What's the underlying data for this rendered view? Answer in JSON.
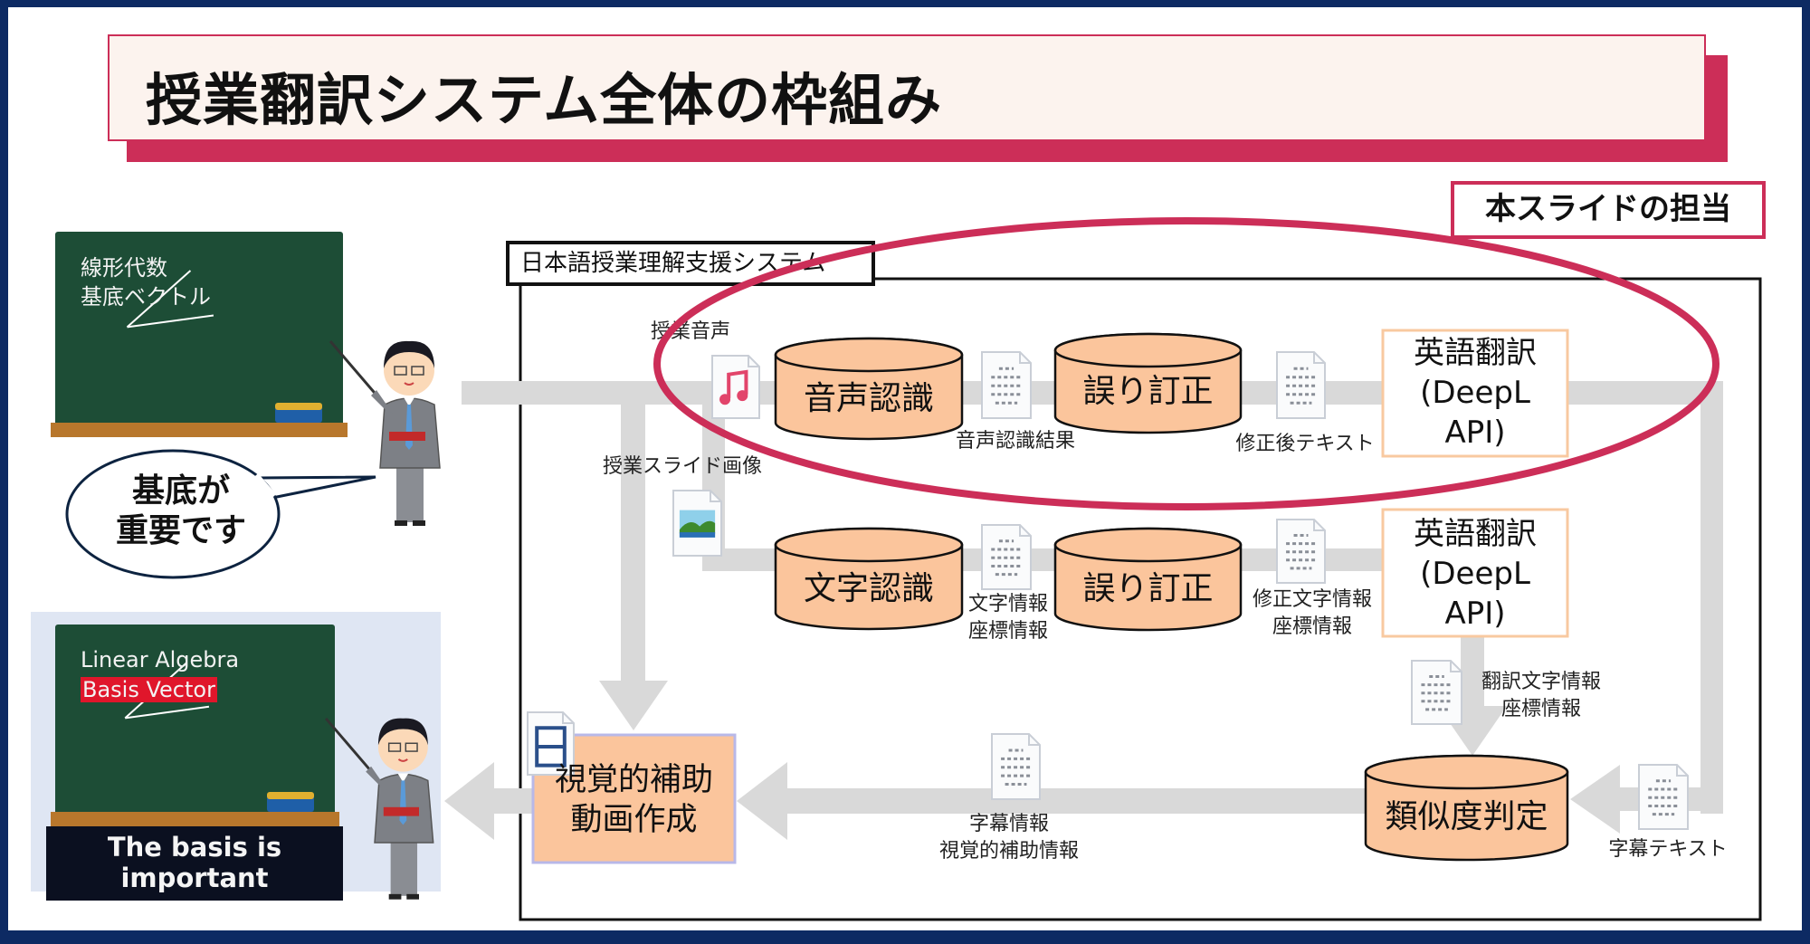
{
  "title": "授業翻訳システム全体の枠組み",
  "scope_badge": "本スライドの担当",
  "left": {
    "board1_lines": [
      "線形代数",
      "基底ベクトル"
    ],
    "bubble_lines": [
      "基底が",
      "重要です"
    ],
    "board2_lines": [
      "Linear Algebra",
      "Basis Vector"
    ],
    "caption_lines": [
      "The basis is",
      "important"
    ]
  },
  "system": {
    "label": "日本語授業理解支援システム",
    "nodes": {
      "speech_recognition": "音声認識",
      "error_correction_1": "誤り訂正",
      "translation_1": [
        "英語翻訳",
        "(DeepL",
        "API)"
      ],
      "text_recognition": "文字認識",
      "error_correction_2": "誤り訂正",
      "translation_2": [
        "英語翻訳",
        "(DeepL",
        "API)"
      ],
      "similarity": "類似度判定",
      "video_creation": [
        "視覚的補助",
        "動画作成"
      ]
    },
    "labels": {
      "lecture_audio": "授業音声",
      "asr_result": "音声認識結果",
      "corrected_text": "修正後テキスト",
      "slide_image": "授業スライド画像",
      "char_info": [
        "文字情報",
        "座標情報"
      ],
      "corrected_char_info": [
        "修正文字情報",
        "座標情報"
      ],
      "translated_char_info": [
        "翻訳文字情報",
        "座標情報"
      ],
      "subtitle_info": [
        "字幕情報",
        "視覚的補助情報"
      ],
      "subtitle_text": "字幕テキスト"
    }
  },
  "colors": {
    "frame": "#0d2a63",
    "accent": "#cc2e58",
    "node_fill": "#fbc59c",
    "pipe": "#d9d9d9",
    "board": "#1d4d36"
  }
}
